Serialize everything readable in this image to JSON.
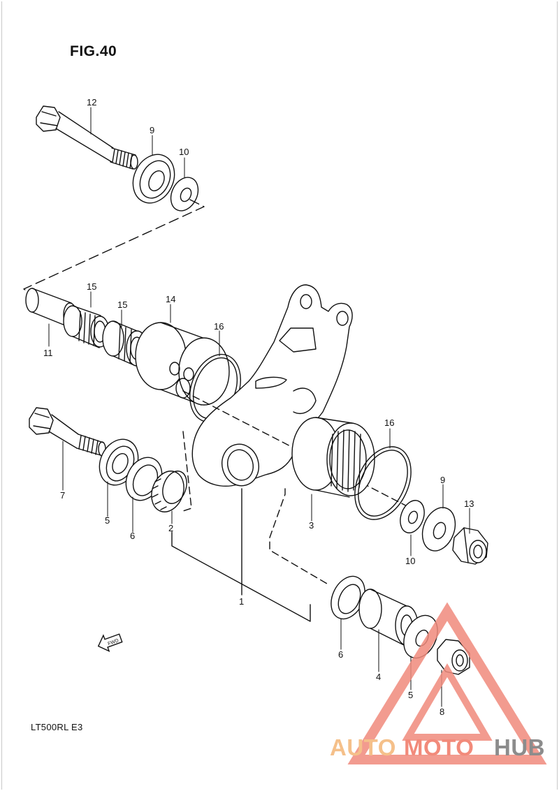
{
  "figure": {
    "title": "FIG.40",
    "model": "LT500RL  E3"
  },
  "parts": [
    {
      "number": "1"
    },
    {
      "number": "2"
    },
    {
      "number": "3"
    },
    {
      "number": "4"
    },
    {
      "number": "5"
    },
    {
      "number": "5"
    },
    {
      "number": "6"
    },
    {
      "number": "6"
    },
    {
      "number": "7"
    },
    {
      "number": "8"
    },
    {
      "number": "9"
    },
    {
      "number": "9"
    },
    {
      "number": "10"
    },
    {
      "number": "10"
    },
    {
      "number": "11"
    },
    {
      "number": "12"
    },
    {
      "number": "13"
    },
    {
      "number": "14"
    },
    {
      "number": "15"
    },
    {
      "number": "15"
    },
    {
      "number": "16"
    },
    {
      "number": "16"
    }
  ],
  "watermark": {
    "word_auto": "AUTO",
    "word_moto": "MOTO",
    "word_hub": "HUB",
    "colors": {
      "auto": "#f5c08a",
      "moto": "#f28a7a",
      "hub": "#8c8c8c",
      "triangle": "#f08a7c"
    }
  },
  "icons": {
    "fwd_arrow": "fwd-arrow-icon",
    "fwd_text": "FWD"
  }
}
